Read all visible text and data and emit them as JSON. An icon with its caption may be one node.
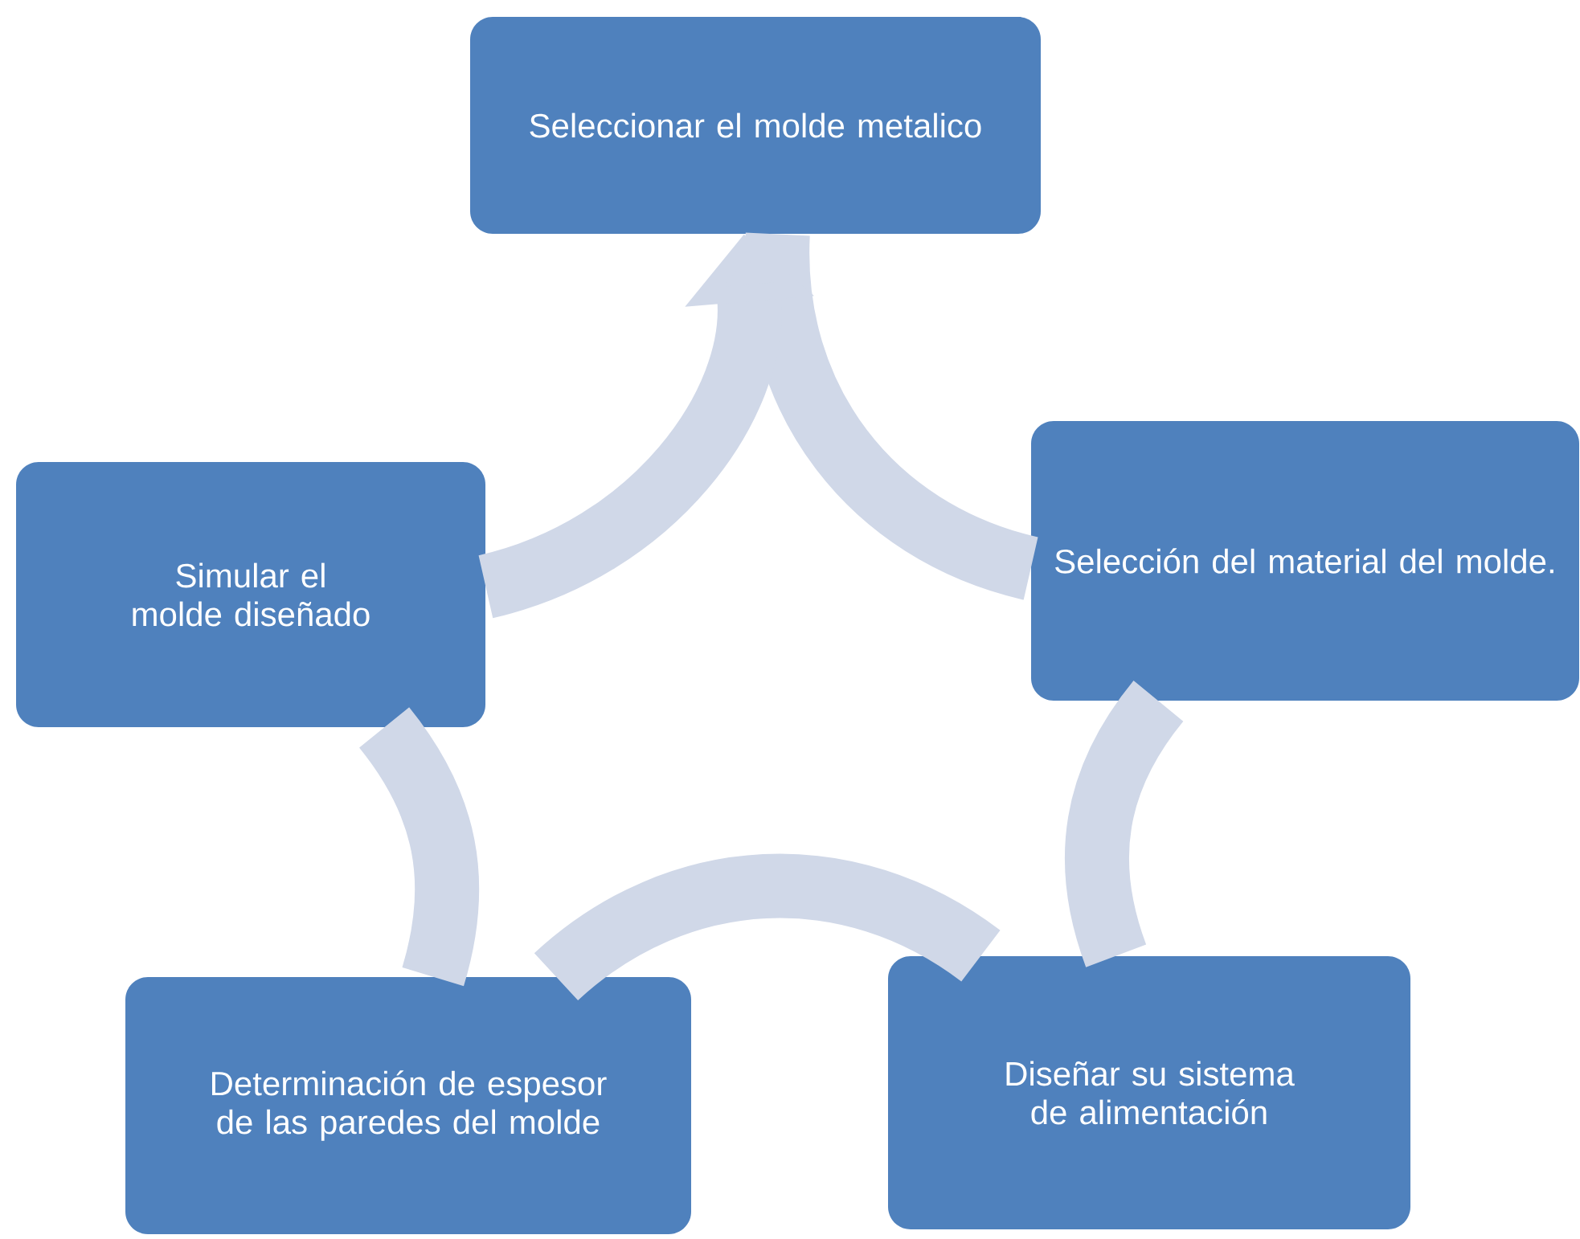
{
  "diagram": {
    "nodes": [
      {
        "text": [
          "Seleccionar el molde metalico"
        ]
      },
      {
        "text": [
          "Selección del material del molde."
        ]
      },
      {
        "text": [
          "Diseñar su sistema de alimentación"
        ]
      },
      {
        "text": [
          "Determinación de espesor  de las paredes del molde"
        ]
      },
      {
        "text": [
          "Simular el molde diseñado"
        ]
      }
    ],
    "edges": [
      {
        "from": 0,
        "to": 1,
        "arrow": "none"
      },
      {
        "from": 1,
        "to": 2,
        "arrow": "none"
      },
      {
        "from": 2,
        "to": 3,
        "arrow": "none"
      },
      {
        "from": 3,
        "to": 4,
        "arrow": "none"
      },
      {
        "from": 4,
        "to": 0,
        "arrow": "to"
      }
    ]
  }
}
